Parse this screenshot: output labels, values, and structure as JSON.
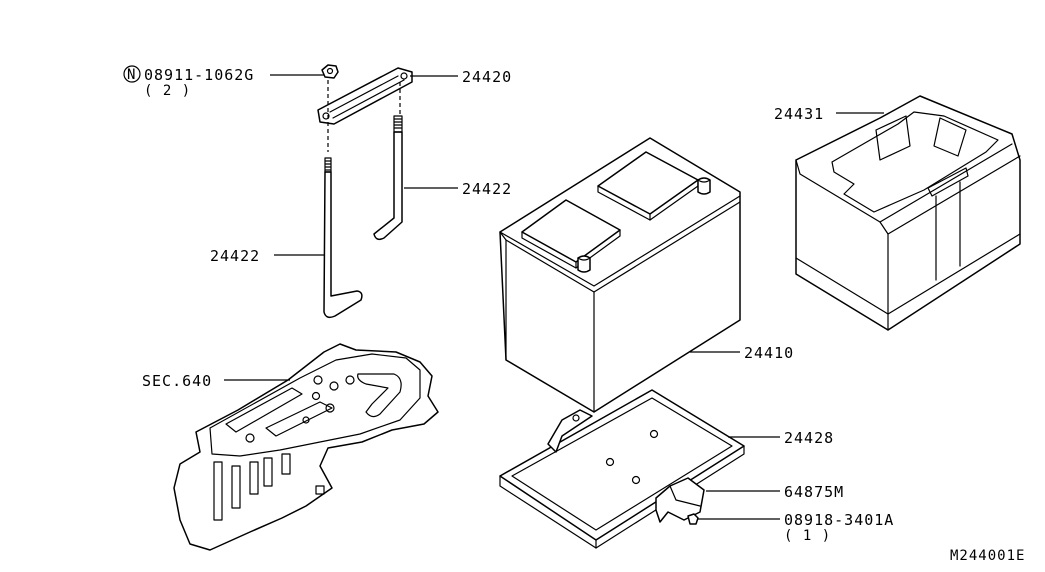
{
  "diagram_id": "M244001E",
  "callouts": {
    "bolt_flange": {
      "marker": "N",
      "code": "08911-1062G",
      "qty": "( 2 )"
    },
    "frame": "24420",
    "rod_right": "24422",
    "rod_left": "24422",
    "sec_ref": "SEC.640",
    "battery": "24410",
    "cover": "24431",
    "tray": "24428",
    "bracket": "64875M",
    "screw": {
      "code": "08918-3401A",
      "qty": "( 1 )"
    }
  }
}
